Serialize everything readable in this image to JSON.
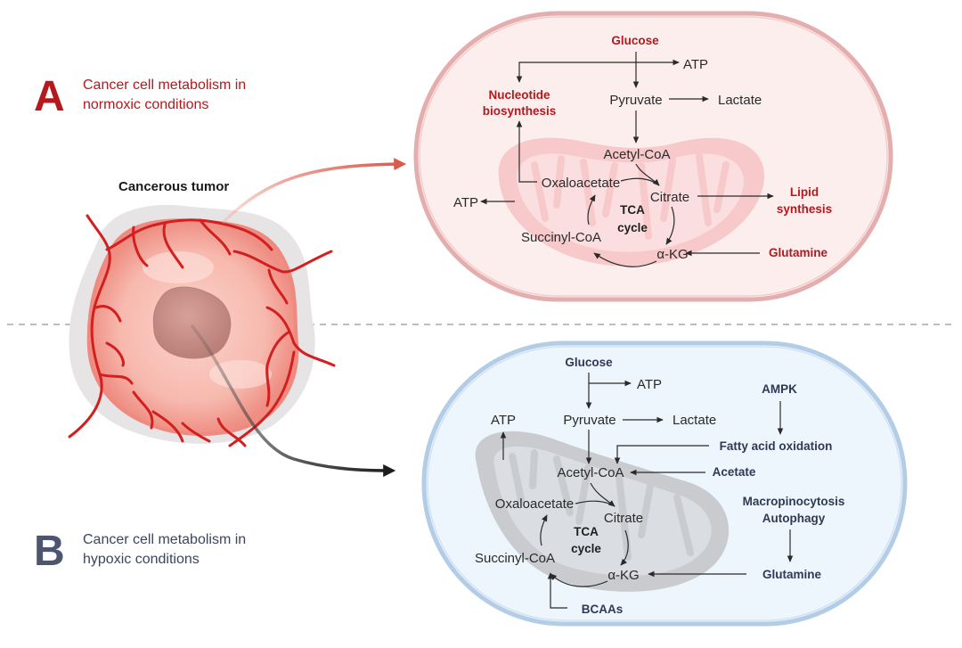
{
  "colors": {
    "normoxic_accent": "#b4191e",
    "hypoxic_accent": "#4d5670",
    "normoxic_cell_fill": "#fdeeee",
    "normoxic_cell_border": "#e2a9a9",
    "hypoxic_cell_fill": "#edf5fd",
    "hypoxic_cell_border": "#b3cde6",
    "mito_normoxic": "#f7c9cb",
    "mito_hypoxic": "#c9cbcf",
    "arrow_to_a": "#d85c4d",
    "arrow_to_b": "#1c1c1c",
    "divider": "#bdbdbd",
    "text_dark": "#2a2a2a",
    "text_navy": "#2f3a55"
  },
  "tumor": {
    "label": "Cancerous tumor"
  },
  "panel_a": {
    "letter": "A",
    "title_line1": "Cancer cell metabolism in",
    "title_line2": "normoxic conditions",
    "nodes": {
      "glucose": "Glucose",
      "atp_top": "ATP",
      "nucleotide_line1": "Nucleotide",
      "nucleotide_line2": "biosynthesis",
      "pyruvate": "Pyruvate",
      "lactate": "Lactate",
      "acetyl_coa": "Acetyl-CoA",
      "oxaloacetate": "Oxaloacetate",
      "citrate": "Citrate",
      "atp_left": "ATP",
      "tca_line1": "TCA",
      "tca_line2": "cycle",
      "lipid_line1": "Lipid",
      "lipid_line2": "synthesis",
      "succinyl_coa": "Succinyl-CoA",
      "akg": "α-KG",
      "glutamine": "Glutamine"
    }
  },
  "panel_b": {
    "letter": "B",
    "title_line1": "Cancer cell metabolism in",
    "title_line2": "hypoxic conditions",
    "nodes": {
      "glucose": "Glucose",
      "atp_top": "ATP",
      "ampk": "AMPK",
      "atp_left": "ATP",
      "pyruvate": "Pyruvate",
      "lactate": "Lactate",
      "fatty_acid_oxidation": "Fatty acid oxidation",
      "acetyl_coa": "Acetyl-CoA",
      "acetate": "Acetate",
      "oxaloacetate": "Oxaloacetate",
      "citrate": "Citrate",
      "macropinocytosis": "Macropinocytosis",
      "autophagy": "Autophagy",
      "tca_line1": "TCA",
      "tca_line2": "cycle",
      "succinyl_coa": "Succinyl-CoA",
      "akg": "α-KG",
      "glutamine": "Glutamine",
      "bcaas": "BCAAs"
    }
  }
}
